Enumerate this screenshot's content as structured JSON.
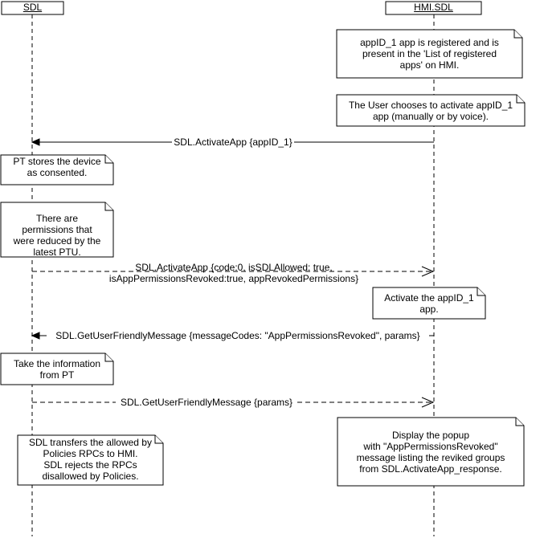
{
  "participants": {
    "sdl": "SDL",
    "hmi": "HMI.SDL"
  },
  "notes": {
    "registered": "appID_1 app is registered and is\npresent in the 'List of registered\napps' on HMI.",
    "user_activates": "The User chooses to activate appID_1\napp (manually or by voice).",
    "pt_stores": "PT stores the device\nas consented.",
    "permissions_reduced": "There are\npermissions that\nwere reduced by the\nlatest PTU.",
    "activate_app": "Activate the appID_1\napp.",
    "take_info": "Take the information\nfrom PT",
    "display_popup": "Display the popup\nwith  \"AppPermissionsRevoked\"\nmessage listing the reviked groups\nfrom SDL.ActivateApp_response.",
    "sdl_transfers": "SDL transfers the allowed by\nPolicies RPCs to HMI.\nSDL rejects the RPCs\ndisallowed by Policies."
  },
  "messages": {
    "activate_request": "SDL.ActivateApp {appID_1}",
    "activate_response": "SDL.ActivateApp {code:0, isSDLAllowed: true,\nisAppPermissionsRevoked:true, appRevokedPermissions}",
    "gufm_request": "SDL.GetUserFriendlyMessage {messageCodes: \"AppPermissionsRevoked\", params}",
    "gufm_response": "SDL.GetUserFriendlyMessage {params}"
  }
}
